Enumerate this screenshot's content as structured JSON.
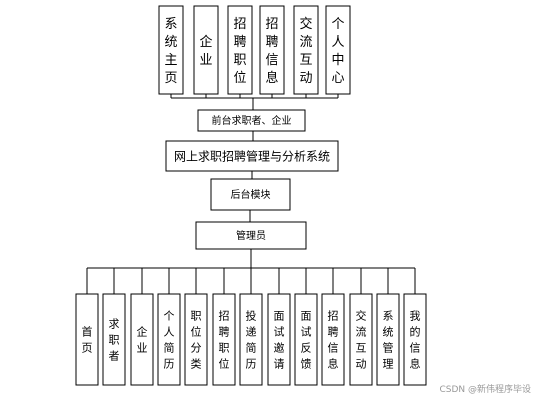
{
  "top_modules": [
    "系统主页",
    "企业",
    "招聘职位",
    "招聘信息",
    "交流互动",
    "个人中心"
  ],
  "front_label": "前台求职者、企业",
  "system_title": "网上求职招聘管理与分析系统",
  "backend_label": "后台模块",
  "admin_label": "管理员",
  "bottom_modules": [
    "首页",
    "求职者",
    "企业",
    "个人简历",
    "职位分类",
    "招聘职位",
    "投递简历",
    "面试邀请",
    "面试反馈",
    "招聘信息",
    "交流互动",
    "系统管理",
    "我的信息"
  ],
  "watermark": "CSDN @新伟程序毕设"
}
